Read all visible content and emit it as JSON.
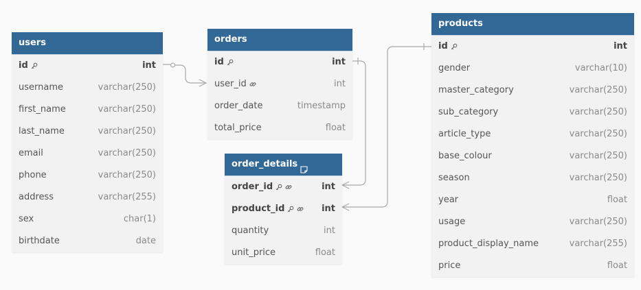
{
  "colors": {
    "header": "#316896",
    "body": "#f2f2f2",
    "edge": "#a8a8a8"
  },
  "tables": {
    "users": {
      "name": "users",
      "fields": [
        {
          "name": "id",
          "type": "int",
          "key": true,
          "icons": [
            "key-icon"
          ]
        },
        {
          "name": "username",
          "type": "varchar(250)"
        },
        {
          "name": "first_name",
          "type": "varchar(250)"
        },
        {
          "name": "last_name",
          "type": "varchar(250)"
        },
        {
          "name": "email",
          "type": "varchar(250)"
        },
        {
          "name": "phone",
          "type": "varchar(250)"
        },
        {
          "name": "address",
          "type": "varchar(255)"
        },
        {
          "name": "sex",
          "type": "char(1)"
        },
        {
          "name": "birthdate",
          "type": "date"
        }
      ]
    },
    "orders": {
      "name": "orders",
      "fields": [
        {
          "name": "id",
          "type": "int",
          "key": true,
          "icons": [
            "key-icon"
          ]
        },
        {
          "name": "user_id",
          "type": "int",
          "icons": [
            "link-icon"
          ]
        },
        {
          "name": "order_date",
          "type": "timestamp"
        },
        {
          "name": "total_price",
          "type": "float"
        }
      ]
    },
    "order_details": {
      "name": "order_details",
      "note_icon": "note-icon",
      "fields": [
        {
          "name": "order_id",
          "type": "int",
          "key": true,
          "icons": [
            "key-icon",
            "link-icon"
          ]
        },
        {
          "name": "product_id",
          "type": "int",
          "key": true,
          "icons": [
            "key-icon",
            "link-icon"
          ]
        },
        {
          "name": "quantity",
          "type": "int"
        },
        {
          "name": "unit_price",
          "type": "float"
        }
      ]
    },
    "products": {
      "name": "products",
      "fields": [
        {
          "name": "id",
          "type": "int",
          "key": true,
          "icons": [
            "key-icon"
          ]
        },
        {
          "name": "gender",
          "type": "varchar(10)"
        },
        {
          "name": "master_category",
          "type": "varchar(250)"
        },
        {
          "name": "sub_category",
          "type": "varchar(250)"
        },
        {
          "name": "article_type",
          "type": "varchar(250)"
        },
        {
          "name": "base_colour",
          "type": "varchar(250)"
        },
        {
          "name": "season",
          "type": "varchar(250)"
        },
        {
          "name": "year",
          "type": "float"
        },
        {
          "name": "usage",
          "type": "varchar(250)"
        },
        {
          "name": "product_display_name",
          "type": "varchar(255)"
        },
        {
          "name": "price",
          "type": "float"
        }
      ]
    }
  },
  "relationships": [
    {
      "from": "users.id",
      "to": "orders.user_id",
      "from_end": "one-optional",
      "to_end": "many"
    },
    {
      "from": "orders.id",
      "to": "order_details.order_id",
      "from_end": "one",
      "to_end": "many"
    },
    {
      "from": "products.id",
      "to": "order_details.product_id",
      "from_end": "one",
      "to_end": "many"
    }
  ]
}
